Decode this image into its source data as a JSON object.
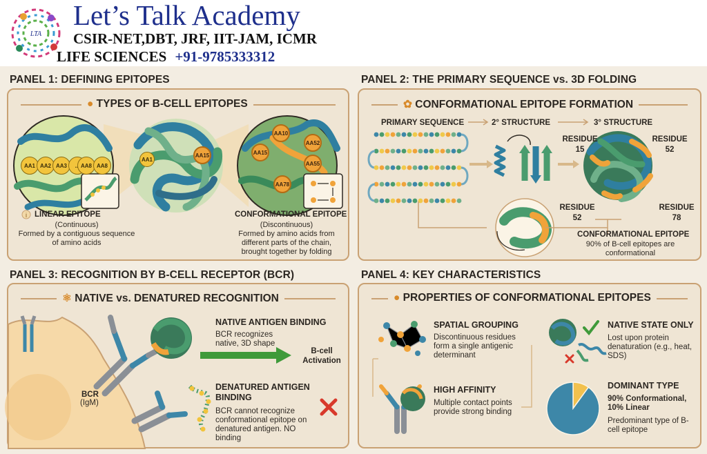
{
  "header": {
    "brand": "Let’s Talk Academy",
    "exams": "CSIR-NET,DBT, JRF, IIT-JAM, ICMR",
    "subject": "LIFE SCIENCES",
    "phone": "+91-9785333312",
    "logo_text": "LTA"
  },
  "panel1": {
    "title": "PANEL 1: DEFINING EPITOPES",
    "section": "TYPES OF B-CELL EPITOPES",
    "linear_chain": [
      "AA1",
      "AA2",
      "AA3",
      "...",
      "AA8",
      "AA8"
    ],
    "center_labels": [
      "AA1",
      "AA15"
    ],
    "conf_residues": [
      "AA10",
      "AA52",
      "AA15",
      "AA55",
      "AA78"
    ],
    "linear_title": "LINEAR EPITOPE",
    "linear_sub": "(Continuous)",
    "linear_desc": "Formed by a contiguous sequence of amino acids",
    "conf_title": "CONFORMATIONAL EPITOPE",
    "conf_sub": "(Discontinuous)",
    "conf_desc": "Formed by amino acids from different parts of the chain, brought together by folding"
  },
  "panel2": {
    "title": "PANEL 2: THE PRIMARY SEQUENCE vs. 3D FOLDING",
    "section": "CONFORMATIONAL EPITOPE FORMATION",
    "step1": "PRIMARY SEQUENCE",
    "step2": "2° STRUCTURE",
    "step3": "3° STRUCTURE",
    "residues": [
      "RESIDUE 15",
      "RESIDUE 52",
      "RESIDUE 52",
      "RESIDUE 78"
    ],
    "conf_title": "CONFORMATIONAL EPITOPE",
    "conf_desc": "90% of B-cell epitopes are conformational"
  },
  "panel3": {
    "title": "PANEL 3: RECOGNITION BY B-CELL RECEPTOR (BCR)",
    "section": "NATIVE vs. DENATURED RECOGNITION",
    "bcr_label": "BCR",
    "bcr_sub": "(IgM)",
    "native_title": "NATIVE ANTIGEN BINDING",
    "native_desc": "BCR recognizes native, 3D shape",
    "activation": "B-cell Activation",
    "denat_title": "DENATURED ANTIGEN BINDING",
    "denat_desc": "BCR cannot recognize conformational epitope on denatured antigen. NO binding"
  },
  "panel4": {
    "title": "PANEL 4: KEY CHARACTERISTICS",
    "section": "PROPERTIES OF CONFORMATIONAL EPITOPES",
    "spatial_title": "SPATIAL GROUPING",
    "spatial_desc": "Discontinuous residues form a single antigenic determinant",
    "affinity_title": "HIGH AFFINITY",
    "affinity_desc": "Multiple contact points provide strong binding",
    "native_title": "NATIVE STATE ONLY",
    "native_desc": "Lost upon protein denaturation (e.g., heat, SDS)",
    "dominant_title": "DOMINANT TYPE",
    "dominant_value": "90% Conformational, 10% Linear",
    "dominant_desc": "Predominant type of B-cell epitope",
    "pie": {
      "conformational": 90,
      "linear": 10
    },
    "colors": {
      "conformational": "#3d87a8",
      "linear": "#f2c14e"
    }
  },
  "colors": {
    "accent_border": "#c9a173",
    "brand_blue": "#1e2f8c",
    "protein_green": "#4a9c6e",
    "epitope_orange": "#f0a33a",
    "red_x": "#d8392b",
    "check_green": "#3f9a3a"
  }
}
